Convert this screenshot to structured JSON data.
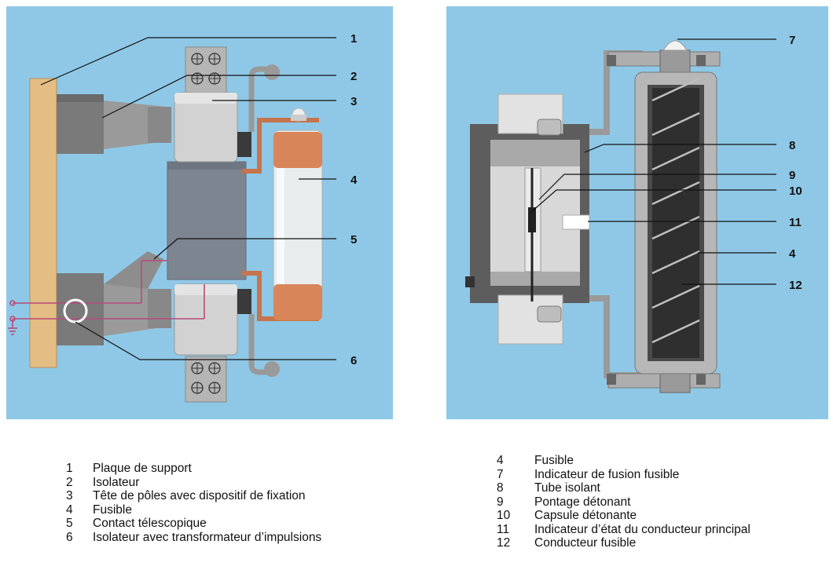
{
  "left_panel": {
    "callouts": [
      "1",
      "2",
      "3",
      "4",
      "5",
      "6"
    ]
  },
  "right_panel": {
    "callouts": [
      "7",
      "8",
      "9",
      "10",
      "11",
      "4",
      "12"
    ]
  },
  "legend_left": [
    {
      "num": "1",
      "label": "Plaque de support"
    },
    {
      "num": "2",
      "label": "Isolateur"
    },
    {
      "num": "3",
      "label": "Tête de pôles avec dispositif de fixation"
    },
    {
      "num": "4",
      "label": "Fusible"
    },
    {
      "num": "5",
      "label": "Contact télescopique"
    },
    {
      "num": "6",
      "label": "Isolateur avec transformateur d’impulsions"
    }
  ],
  "legend_right": [
    {
      "num": "4",
      "label": "Fusible"
    },
    {
      "num": "7",
      "label": "Indicateur de fusion fusible"
    },
    {
      "num": "8",
      "label": "Tube isolant"
    },
    {
      "num": "9",
      "label": "Pontage détonant"
    },
    {
      "num": "10",
      "label": "Capsule détonante"
    },
    {
      "num": "11",
      "label": "Indicateur d’état du conducteur principal"
    },
    {
      "num": "12",
      "label": "Conducteur fusible"
    }
  ],
  "colors": {
    "panel_bg": "#8fc8e6",
    "support_plate": "#e3bd83",
    "insulator_grey": "#8c8c8c",
    "fuse_copper": "#d9855a",
    "fuse_body": "#e8eced",
    "block_blue_grey": "#7d8590",
    "conductor_dark": "#333333",
    "pulse_wire": "#b64a7a"
  }
}
